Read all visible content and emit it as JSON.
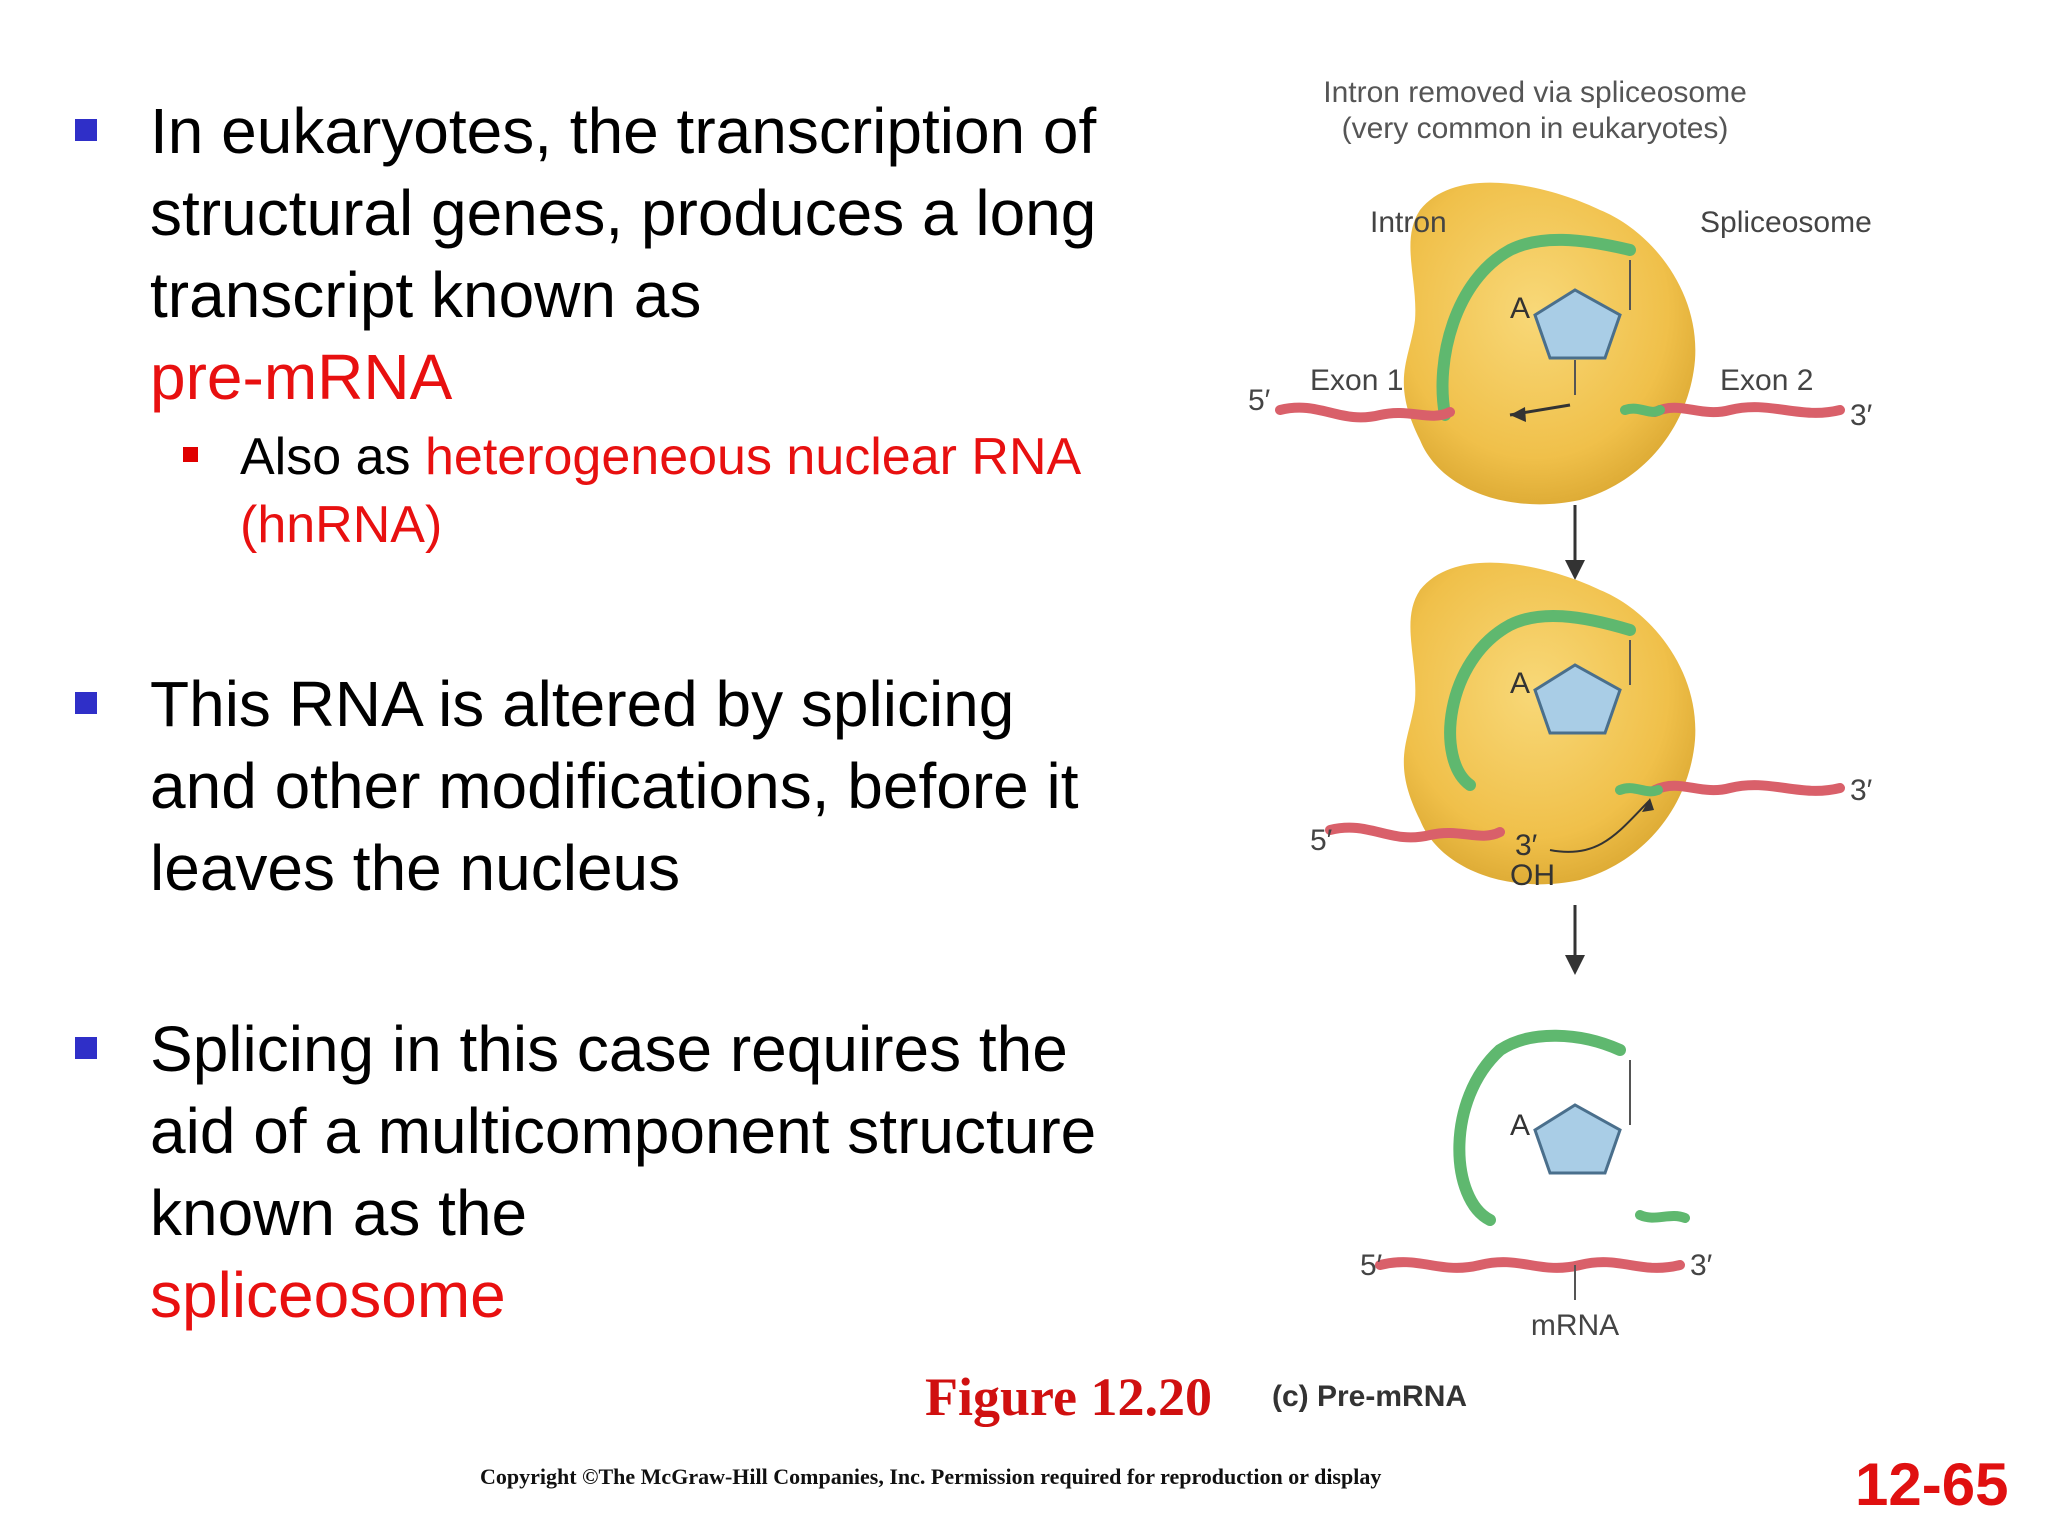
{
  "bullets": [
    {
      "lines_before": "In eukaryotes, the transcription of structural genes, produces a long transcript known as",
      "highlight": "pre-mRNA"
    },
    {
      "text": "This RNA is altered by splicing and other modifications, before it leaves the nucleus"
    },
    {
      "text_before": "Splicing in this case requires the aid of a multicomponent structure known as the",
      "highlight": "spliceosome"
    }
  ],
  "sub_bullet": {
    "prefix": "Also as ",
    "highlight": "heterogeneous nuclear RNA (hnRNA)"
  },
  "figure": {
    "title_line1": "Intron removed via spliceosome",
    "title_line2": "(very common in eukaryotes)",
    "labels": {
      "intron": "Intron",
      "spliceosome": "Spliceosome",
      "exon1": "Exon 1",
      "exon2": "Exon 2",
      "five_prime": "5′",
      "three_prime": "3′",
      "three_prime_oh_3": "3′",
      "three_prime_oh_oh": "OH",
      "mrna": "mRNA",
      "adenine": "A"
    },
    "caption": "Figure 12.20",
    "panel": "(c) Pre-mRNA"
  },
  "footer": {
    "copyright": "Copyright ©The McGraw-Hill Companies, Inc. Permission required for reproduction or display",
    "slide_number": "12-65"
  },
  "colors": {
    "bullet_marker": "#2f2fc8",
    "highlight": "#e81010",
    "spliceosome": "#f2c650",
    "intron": "#6cc27a",
    "exon": "#d9606a",
    "sugar": "#a9cde6"
  }
}
